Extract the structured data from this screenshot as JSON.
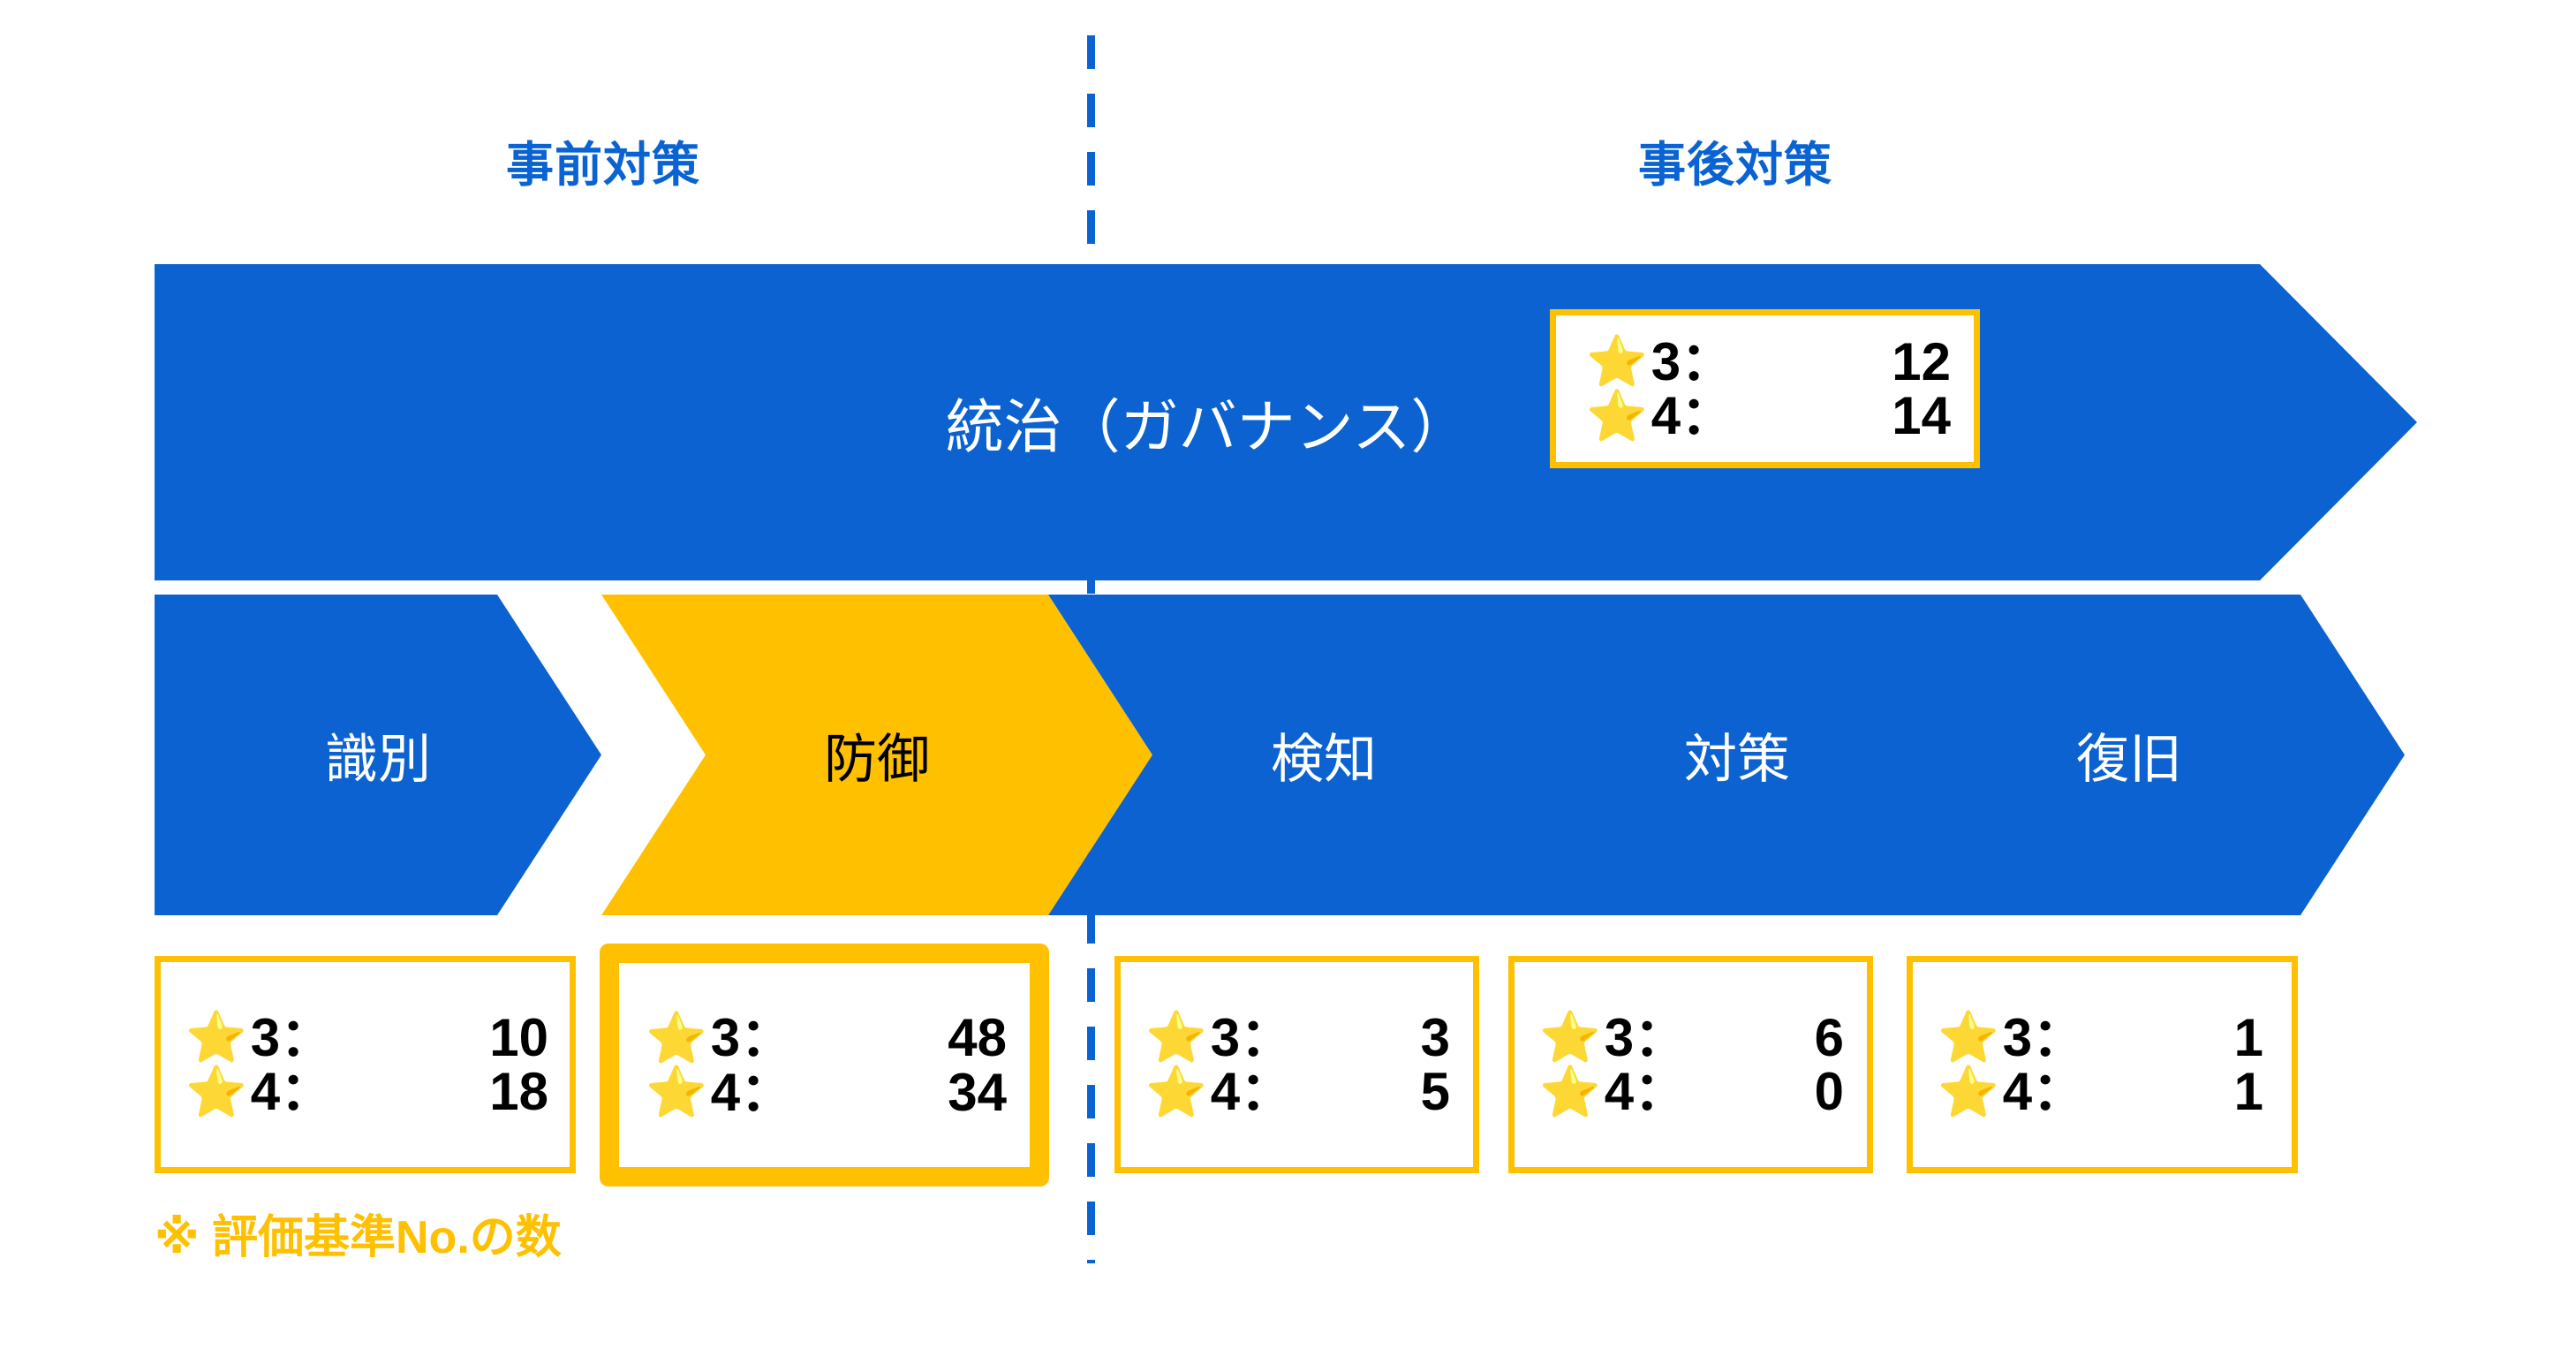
{
  "groups": {
    "pre_label": "事前対策",
    "post_label": "事後対策"
  },
  "governance": {
    "label": "統治（ガバナンス）",
    "stats": [
      {
        "star": "⭐",
        "key": "3：",
        "value": "12"
      },
      {
        "star": "⭐",
        "key": "4：",
        "value": "14"
      }
    ]
  },
  "phases": [
    {
      "label": "識別",
      "stats": [
        {
          "star": "⭐",
          "key": "3：",
          "value": "10"
        },
        {
          "star": "⭐",
          "key": "4：",
          "value": "18"
        }
      ]
    },
    {
      "label": "防御",
      "stats": [
        {
          "star": "⭐",
          "key": "3：",
          "value": "48"
        },
        {
          "star": "⭐",
          "key": "4：",
          "value": "34"
        }
      ]
    },
    {
      "label": "検知",
      "stats": [
        {
          "star": "⭐",
          "key": "3：",
          "value": "3"
        },
        {
          "star": "⭐",
          "key": "4：",
          "value": "5"
        }
      ]
    },
    {
      "label": "対策",
      "stats": [
        {
          "star": "⭐",
          "key": "3：",
          "value": "6"
        },
        {
          "star": "⭐",
          "key": "4：",
          "value": "0"
        }
      ]
    },
    {
      "label": "復旧",
      "stats": [
        {
          "star": "⭐",
          "key": "3：",
          "value": "1"
        },
        {
          "star": "⭐",
          "key": "4：",
          "value": "1"
        }
      ]
    }
  ],
  "footnote": "※ 評価基準No.の数",
  "colors": {
    "blue": "#0B62D0",
    "label_blue": "#0A63D2",
    "gold": "#FFC000",
    "white": "#FFFFFF",
    "black": "#000000"
  }
}
